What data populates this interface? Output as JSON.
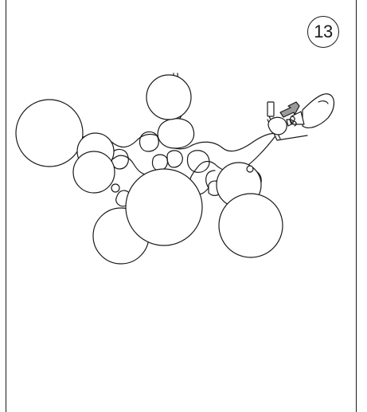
{
  "document": {
    "step_number": "13"
  },
  "colors": {
    "line": "#1a1a1a",
    "background": "#ffffff",
    "arrow_fill": "#9a9a9a"
  },
  "icons": {
    "step_badge": "numbered-circle",
    "illustration": "chandelier-bulb-installation",
    "arrow": "insert-arrow-icon"
  }
}
